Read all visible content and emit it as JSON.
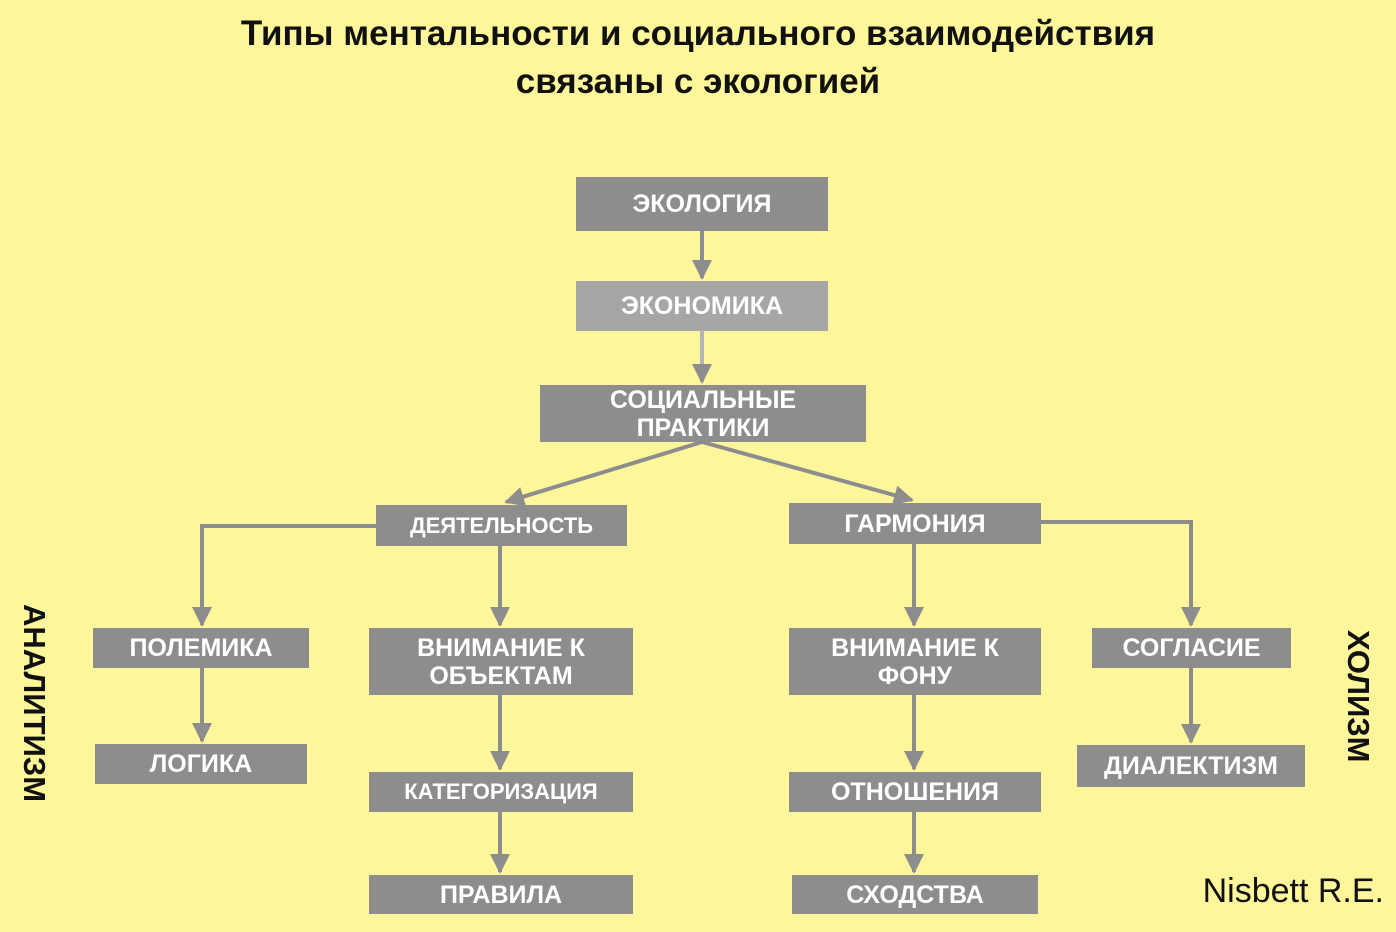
{
  "title": {
    "line1": "Типы ментальности и социального взаимодействия",
    "line2": "связаны с экологией"
  },
  "nodes": {
    "ecology": "ЭКОЛОГИЯ",
    "economy": "ЭКОНОМИКА",
    "social_practices": "СОЦИАЛЬНЫЕ ПРАКТИКИ",
    "activity": "ДЕЯТЕЛЬНОСТЬ",
    "harmony": "ГАРМОНИЯ",
    "polemics": "ПОЛЕМИКА",
    "logic": "ЛОГИКА",
    "attention_objects": "ВНИМАНИЕ К ОБЪЕКТАМ",
    "categorization": "КАТЕГОРИЗАЦИЯ",
    "rules": "ПРАВИЛА",
    "attention_background": "ВНИМАНИЕ К ФОНУ",
    "relations": "ОТНОШЕНИЯ",
    "similarities": "СХОДСТВА",
    "agreement": "СОГЛАСИЕ",
    "dialecticism": "ДИАЛЕКТИЗМ"
  },
  "side_labels": {
    "left": "АНАЛИТИЗМ",
    "right": "ХОЛИЗМ"
  },
  "credit": "Nisbett R.E.",
  "colors": {
    "background": "#fef69a",
    "box": "#8d8d8d",
    "box_light": "#a6a6a6",
    "arrow": "#8d8d8d"
  }
}
